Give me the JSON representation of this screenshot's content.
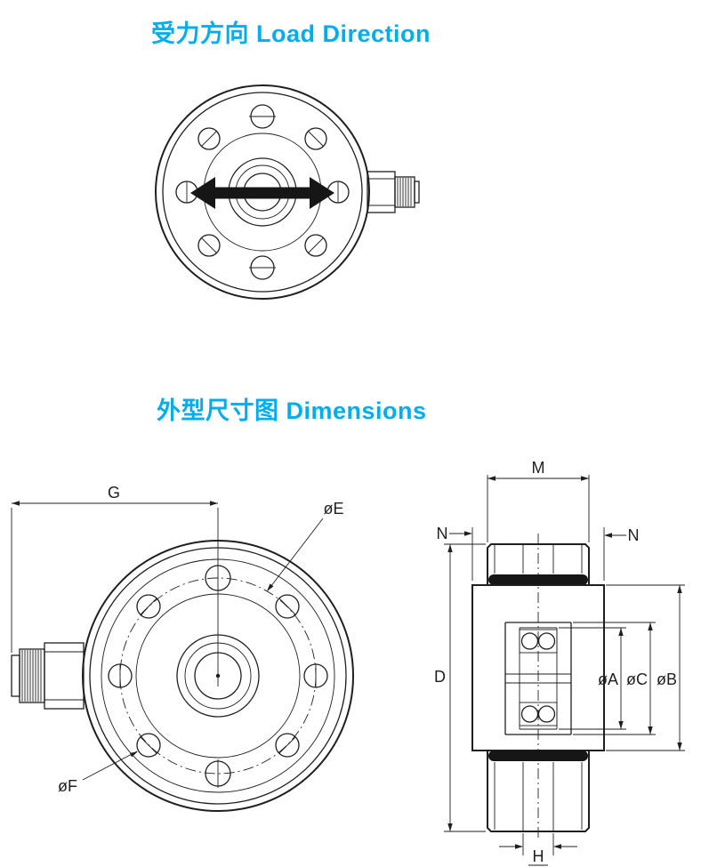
{
  "headings": {
    "load_direction": "受力方向 Load Direction",
    "dimensions": "外型尺寸图 Dimensions"
  },
  "dims": {
    "front": {
      "g": "G",
      "e": "øE",
      "f": "øF"
    },
    "side": {
      "m": "M",
      "n_left": "N",
      "n_right": "N",
      "d": "D",
      "a": "øA",
      "c": "øC",
      "b": "øB",
      "h": "H"
    }
  },
  "colors": {
    "accent": "#00aeef",
    "line": "#1f1f1f"
  }
}
